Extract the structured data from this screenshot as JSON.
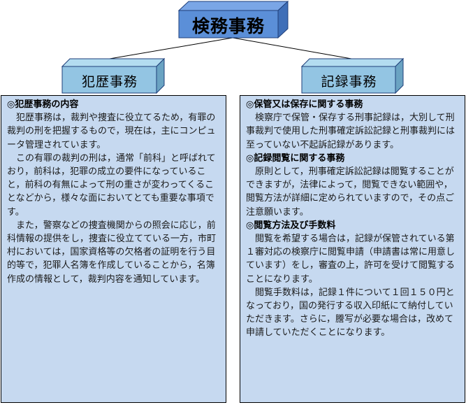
{
  "diagram": {
    "colors": {
      "top_box_front": "#5b8fd8",
      "top_box_top": "#7aa6e6",
      "top_box_side": "#3f6fb8",
      "sub_box_front": "#93c5e3",
      "sub_box_top": "#b3dcf0",
      "sub_box_side": "#6aa3c2",
      "panel_bg": "#c6d9f0",
      "border": "#1f3f7a"
    },
    "root": {
      "label": "検務事務"
    },
    "branches": [
      {
        "label": "犯歴事務",
        "sections": [
          {
            "heading": "◎犯歴事務の内容",
            "paragraphs": [
              "犯歴事務は，裁判や捜査に役立てるため，有罪の裁判の刑を把握するもので，現在は，主にコンピュータ管理されています。",
              "この有罪の裁判の刑は，通常「前科」と呼ばれており，前科は，犯罪の成立の要件になっていること，前科の有無によって刑の重さが変わってくることなどから，様々な面においてとても重要な事項です。",
              "また，警察などの捜査機関からの照会に応じ，前科情報の提供をし，捜査に役立てている一方，市町村においては，国家資格等の欠格者の証明を行う目的等で，犯罪人名簿を作成していることから，名簿作成の情報として，裁判内容を通知しています。"
            ]
          }
        ]
      },
      {
        "label": "記録事務",
        "sections": [
          {
            "heading": "◎保管又は保存に関する事務",
            "paragraphs": [
              "検察庁で保管・保存する刑事記録は，大別して刑事裁判で使用した刑事確定訴訟記録と刑事裁判には至っていない不起訴記録があります。"
            ]
          },
          {
            "heading": "◎記録閲覧に関する事務",
            "paragraphs": [
              "原則として，刑事確定訴訟記録は閲覧することができますが，法律によって，閲覧できない範囲や，閲覧方法が詳細に定められていますので，その点ご注意願います。"
            ]
          },
          {
            "heading": "◎閲覧方法及び手数料",
            "paragraphs": [
              "閲覧を希望する場合は，記録が保管されている第１審対応の検察庁に閲覧申請（申請書は常に用意しています）をし，審査の上，許可を受けて閲覧することになります。",
              "閲覧手数料は，記録１件について１回１５０円となっており，国の発行する収入印紙にて納付していただきます。さらに，謄写が必要な場合は，改めて申請していただくことになります。"
            ]
          }
        ]
      }
    ]
  }
}
